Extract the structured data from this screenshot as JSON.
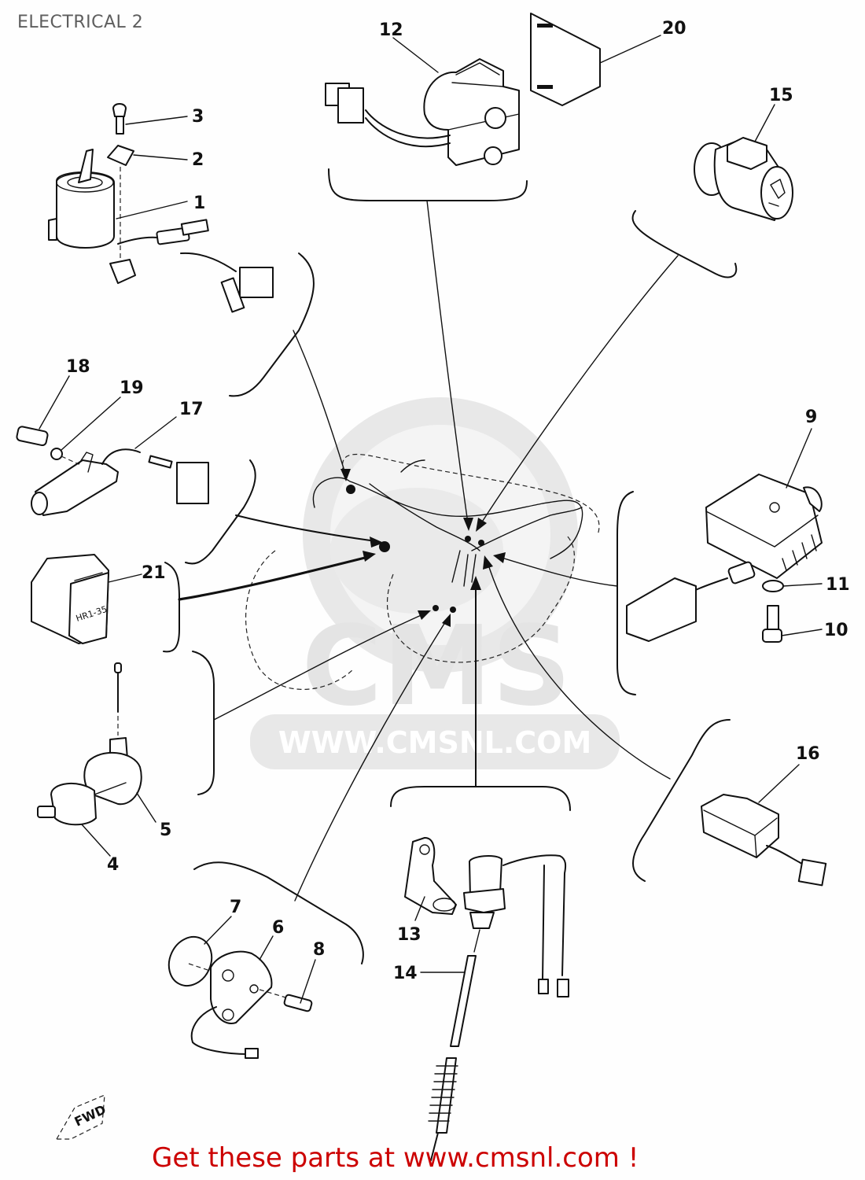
{
  "header": {
    "title": "ELECTRICAL 2"
  },
  "footer": {
    "promo_text": "Get these parts at www.cmsnl.com !"
  },
  "watermark": {
    "logo_text": "CMS",
    "url_text": "WWW.CMSNL.COM"
  },
  "diagram": {
    "callouts": [
      {
        "number": "1",
        "part": "main-switch"
      },
      {
        "number": "2",
        "part": "washer-plate"
      },
      {
        "number": "3",
        "part": "screw"
      },
      {
        "number": "4",
        "part": "sender-unit"
      },
      {
        "number": "5",
        "part": "sender-cover"
      },
      {
        "number": "6",
        "part": "neutral-switch"
      },
      {
        "number": "7",
        "part": "o-ring"
      },
      {
        "number": "8",
        "part": "screw"
      },
      {
        "number": "9",
        "part": "rectifier-regulator"
      },
      {
        "number": "10",
        "part": "bolt"
      },
      {
        "number": "11",
        "part": "washer"
      },
      {
        "number": "12",
        "part": "starter-relay"
      },
      {
        "number": "13",
        "part": "bracket"
      },
      {
        "number": "14",
        "part": "rear-brake-switch"
      },
      {
        "number": "15",
        "part": "flasher-relay"
      },
      {
        "number": "16",
        "part": "relay-assembly"
      },
      {
        "number": "17",
        "part": "clutch-switch"
      },
      {
        "number": "18",
        "part": "screw"
      },
      {
        "number": "19",
        "part": "washer"
      },
      {
        "number": "20",
        "part": "fuse-label-plate"
      },
      {
        "number": "21",
        "part": "horn-relay"
      }
    ],
    "relay_marking": "HR1-35",
    "direction_tag": "FWD"
  }
}
